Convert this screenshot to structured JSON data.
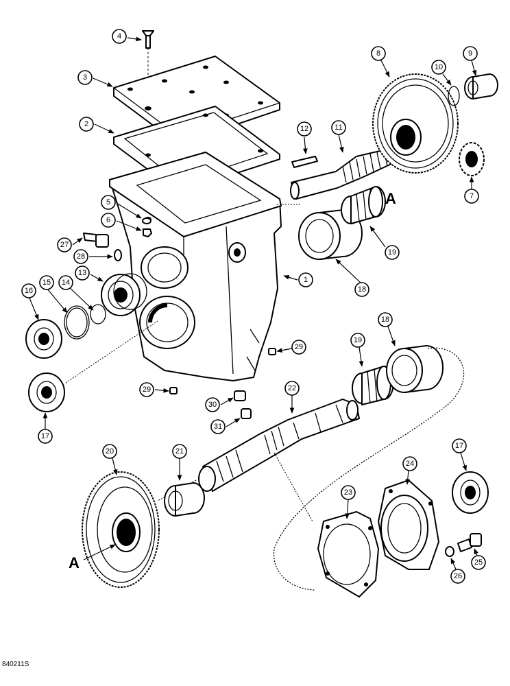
{
  "callouts": [
    "1",
    "2",
    "3",
    "4",
    "5",
    "6",
    "7",
    "8",
    "9",
    "10",
    "11",
    "12",
    "13",
    "14",
    "15",
    "16",
    "17",
    "18",
    "19",
    "20",
    "21",
    "22",
    "23",
    "24",
    "25",
    "26",
    "27",
    "28",
    "29",
    "30",
    "31"
  ],
  "section_marker": "A",
  "figure_code": "840211S",
  "colors": {
    "line": "#000000",
    "fill": "#ffffff"
  }
}
